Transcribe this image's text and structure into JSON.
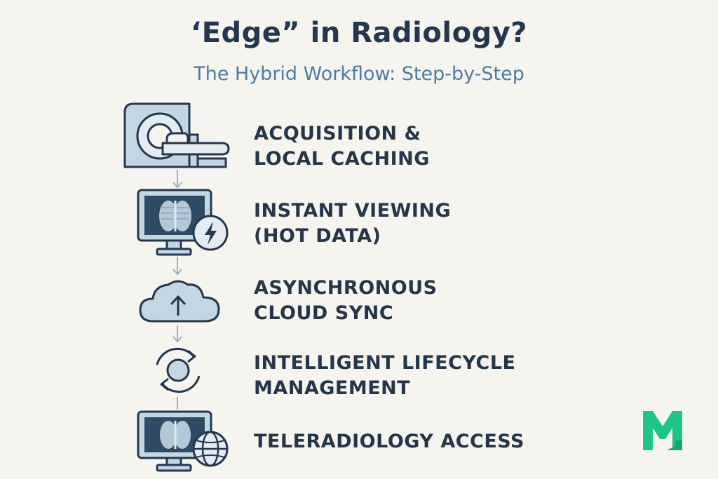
{
  "header": {
    "title": "‘Edge” in Radiology?",
    "subtitle": "The Hybrid Workflow: Step-by-Step"
  },
  "steps": [
    {
      "icon": "ct-scanner-icon",
      "line1": "ACQUISITION &",
      "line2": "LOCAL CACHING"
    },
    {
      "icon": "monitor-lightning-icon",
      "line1": "INSTANT VIEWING",
      "line2": "(HOT DATA)"
    },
    {
      "icon": "cloud-upload-icon",
      "line1": "ASYNCHRONOUS",
      "line2": "CLOUD SYNC"
    },
    {
      "icon": "cycle-arrows-icon",
      "line1": "INTELLIGENT LIFECYCLE",
      "line2": "MANAGEMENT"
    },
    {
      "icon": "monitor-globe-icon",
      "line1": "TELERADIOLOGY ACCESS",
      "line2": ""
    }
  ],
  "colors": {
    "title": "#24374e",
    "subtitle": "#4d7ca3",
    "icon_fill": "#c5d6e3",
    "icon_stroke": "#24374e",
    "arrow": "#9bb1c3",
    "logo": "#1fc48a"
  },
  "logo": {
    "icon": "m-logo-icon"
  }
}
